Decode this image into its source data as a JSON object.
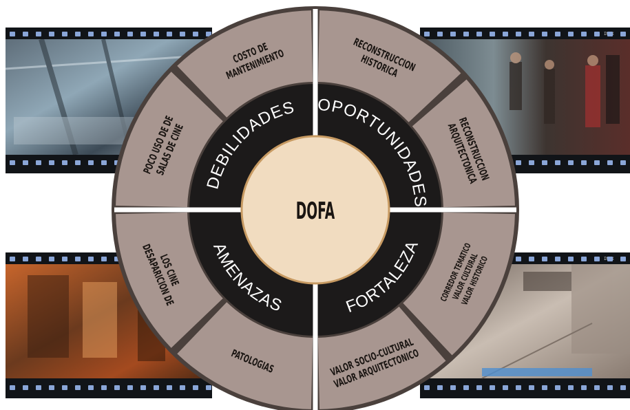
{
  "diagram": {
    "center_label": "DOFA",
    "ring_labels": {
      "debilidades": "DEBILIDADES",
      "oportunidades": "OPORTUNIDADES",
      "fortalezas": "FORTALEZA",
      "amenazas": "AMENAZAS"
    },
    "outer_segments": [
      {
        "id": "costo",
        "lines": [
          "COSTO DE",
          "MANTENIMIENTO"
        ]
      },
      {
        "id": "reconstruccion-historica",
        "lines": [
          "RECONSTRUCCION",
          "HISTORICA"
        ]
      },
      {
        "id": "reconstruccion-arquitectonica",
        "lines": [
          "RECONSTRUCCION",
          "ARQUITECTONICA"
        ]
      },
      {
        "id": "valor-historico",
        "lines": [
          "VALOR HISTORICO",
          "VALOR CULTURAL",
          "CORREDOR TEMATICO"
        ]
      },
      {
        "id": "valor-arquitectonico",
        "lines": [
          "VALOR ARQUITECTONICO",
          "VALOR SOCIO-CULTURAL"
        ]
      },
      {
        "id": "patologias",
        "lines": [
          "PATOLOGIAS"
        ]
      },
      {
        "id": "desaparicion",
        "lines": [
          "DESAPARICION DE",
          "LOS CINE"
        ]
      },
      {
        "id": "poco-uso",
        "lines": [
          "POCO USO DE DE",
          "SALAS DE CINE"
        ]
      }
    ]
  },
  "film_strips": {
    "label": "IMAX"
  },
  "colors": {
    "segment_fill": "#a89690",
    "ring_dark": "#1c1a1a",
    "center_fill": "#f1dcc0",
    "outer_rim": "#4a403c",
    "divider": "#ffffff"
  }
}
